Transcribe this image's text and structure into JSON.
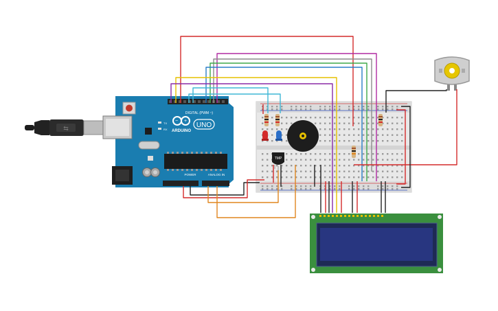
{
  "arduino": {
    "brand": "ARDUINO",
    "model": "UNO",
    "digital_label": "DIGITAL (PWM ~)",
    "power_label": "POWER",
    "analog_label": "ANALOG IN",
    "tx_label": "TX",
    "rx_label": "RX",
    "board_color": "#1a7db0"
  },
  "temp_sensor": {
    "label": "TMP"
  },
  "lcd": {
    "screen_color": "#283680",
    "board_color": "#3a8f3e"
  },
  "wire_colors": {
    "red": "#d42a2a",
    "black": "#222222",
    "orange": "#e0861f",
    "yellow": "#e6c000",
    "green": "#3ea84a",
    "blue": "#2a7ec8",
    "cyan": "#3fb7d6",
    "purple": "#8a2aa6",
    "magenta": "#b02aa2",
    "gray": "#8c8c8c"
  }
}
